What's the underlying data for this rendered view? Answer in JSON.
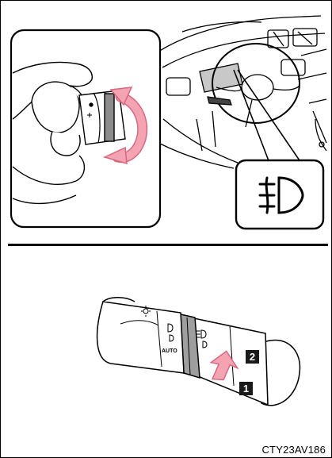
{
  "figure_code": "CTY23AV186",
  "steps": {
    "step1": "1",
    "step2": "2"
  },
  "callout_icon": "front-fog-light-indicator-icon",
  "colors": {
    "arrow": "#f4a3b3",
    "arrow_edge": "#d7687f",
    "outline": "#000000"
  }
}
